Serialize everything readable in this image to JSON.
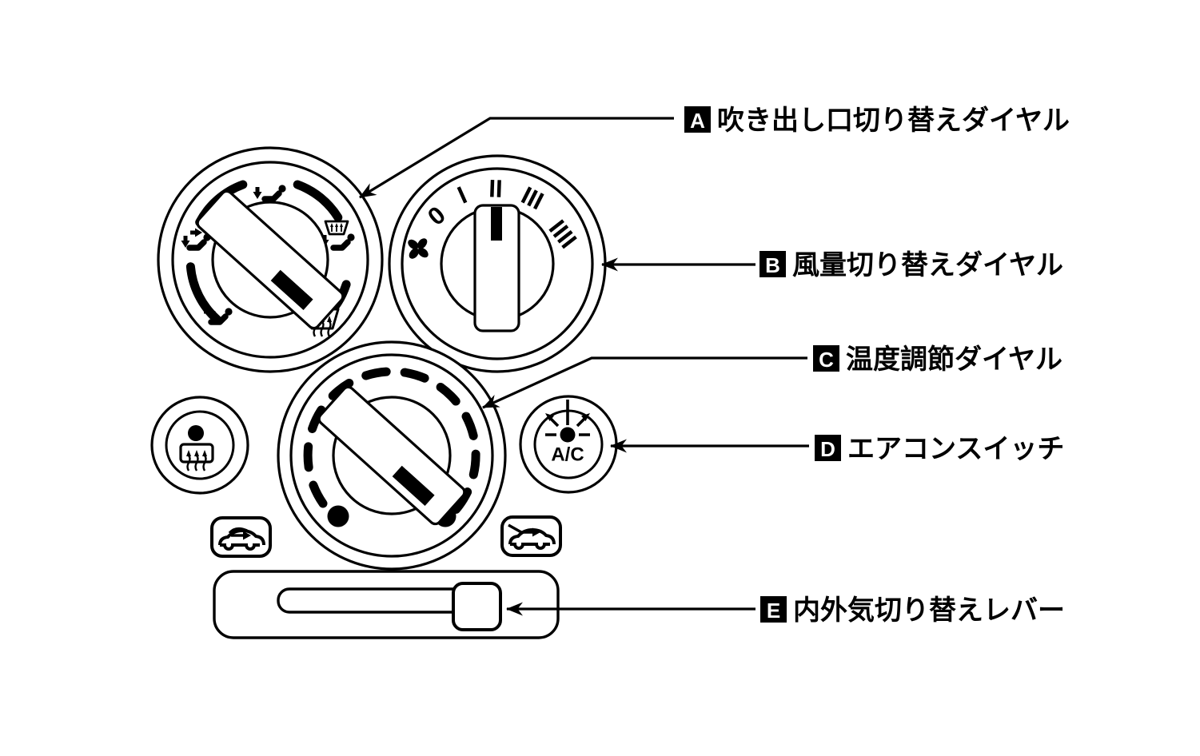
{
  "figure": {
    "colors": {
      "ink": "#000000",
      "paper": "#ffffff"
    },
    "callouts": [
      {
        "key": "A",
        "label": "吹き出し口切り替えダイヤル"
      },
      {
        "key": "B",
        "label": "風量切り替えダイヤル"
      },
      {
        "key": "C",
        "label": "温度調節ダイヤル"
      },
      {
        "key": "D",
        "label": "エアコンスイッチ"
      },
      {
        "key": "E",
        "label": "内外気切り替えレバー"
      }
    ],
    "fan_dial_scale": [
      "0",
      "I",
      "II",
      "III",
      "IIII"
    ],
    "ac_switch_label": "A/C",
    "icons": {
      "fan-icon": "four-blade fan pinwheel",
      "face-vent-icon": "down arrow + seated person (face outlet)",
      "bilevel-vent-icon": "two arrows + seated person (face and foot outlet)",
      "foot-vent-icon": "arrow + seated person (foot outlet)",
      "defrost-foot-icon": "windshield with arrows + seated person",
      "defrost-icon": "windshield with rising arrows",
      "rear-defogger-icon": "indicator dot + rear window with rising arrows",
      "ac-indicator-icon": "indicator dot with radiating rays",
      "recirculation-icon": "car with inside circulating arrow",
      "fresh-air-icon": "car with arrow entering from outside"
    }
  }
}
